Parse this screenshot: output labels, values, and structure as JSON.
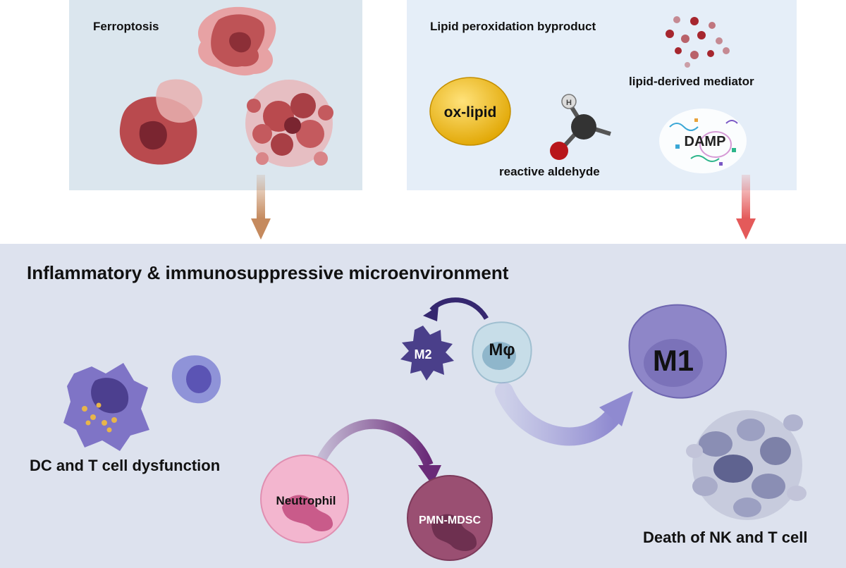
{
  "top_left": {
    "title": "Ferroptosis"
  },
  "top_right": {
    "title": "Lipid peroxidation byproduct",
    "ox_lipid": "ox-lipid",
    "aldehyde_label": "reactive aldehyde",
    "mediator_label": "lipid-derived mediator",
    "damp_label": "DAMP",
    "atom_h": "H"
  },
  "bottom": {
    "title": "Inflammatory & immunosuppressive microenvironment",
    "dc_label": "DC and T cell dysfunction",
    "m2": "M2",
    "macrophage": "Mφ",
    "m1": "M1",
    "neutrophil": "Neutrophil",
    "pmn_mdsc": "PMN-MDSC",
    "nk_label": "Death of NK and T  cell"
  },
  "colors": {
    "arrow_left": "#c58a5e",
    "arrow_right": "#e45a5a",
    "ferro_cell": "#b94a4e",
    "ox_lipid": "#f3be20",
    "m2": "#4a3f8a",
    "macrophage": "#c7dde8",
    "m1": "#8e86c8",
    "neutrophil": "#f3b6cf",
    "pmn_mdsc": "#9a4f72"
  }
}
